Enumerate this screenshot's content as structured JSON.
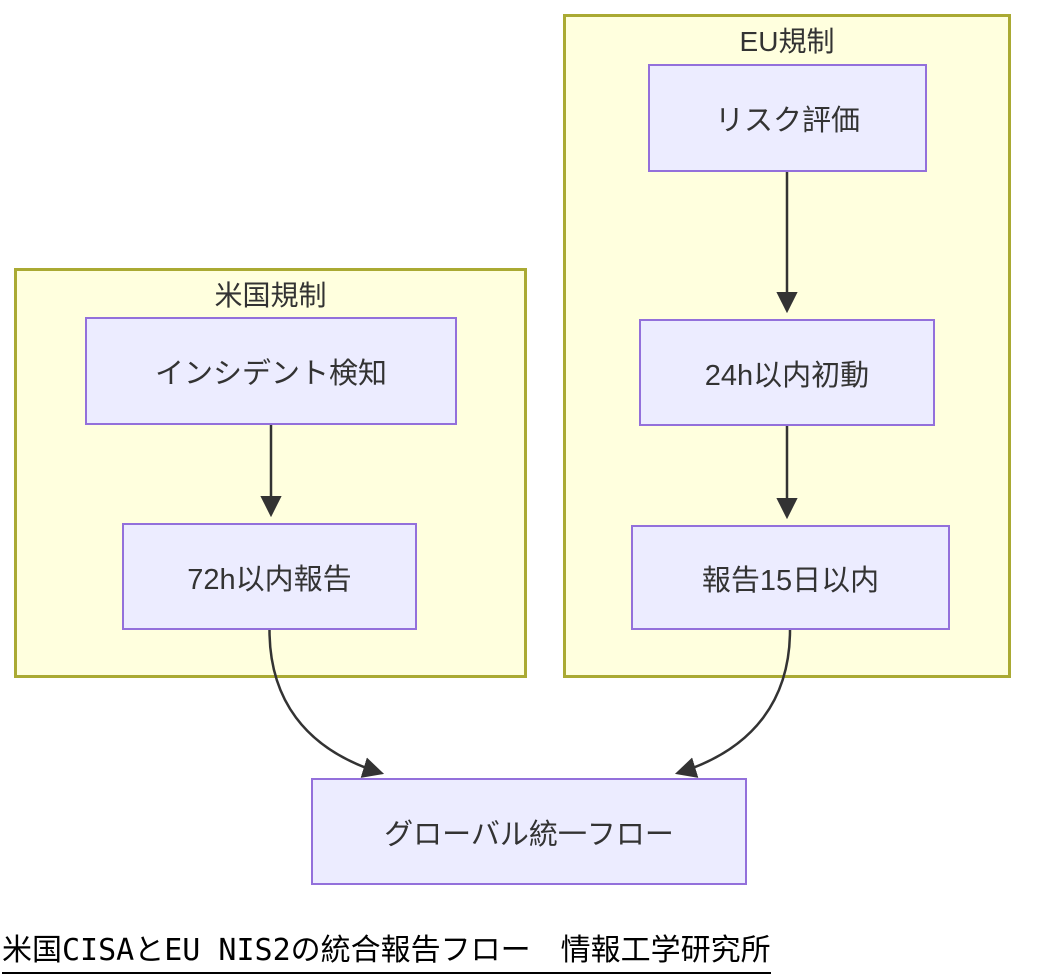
{
  "diagram": {
    "type": "flowchart",
    "caption": "米国CISAとEU NIS2の統合報告フロー　情報工学研究所",
    "subgraphs": [
      {
        "id": "us",
        "title": "米国規制"
      },
      {
        "id": "eu",
        "title": "EU規制"
      }
    ],
    "nodes": [
      {
        "id": "incident-detection",
        "label": "インシデント検知",
        "group": "米国規制"
      },
      {
        "id": "report-72h",
        "label": "72h以内報告",
        "group": "米国規制"
      },
      {
        "id": "risk-assessment",
        "label": "リスク評価",
        "group": "EU規制"
      },
      {
        "id": "initial-24h",
        "label": "24h以内初動",
        "group": "EU規制"
      },
      {
        "id": "report-15d",
        "label": "報告15日以内",
        "group": "EU規制"
      },
      {
        "id": "global-flow",
        "label": "グローバル統一フロー",
        "group": null
      }
    ],
    "edges": [
      {
        "from": "インシデント検知",
        "to": "72h以内報告"
      },
      {
        "from": "リスク評価",
        "to": "24h以内初動"
      },
      {
        "from": "24h以内初動",
        "to": "報告15日以内"
      },
      {
        "from": "72h以内報告",
        "to": "グローバル統一フロー"
      },
      {
        "from": "報告15日以内",
        "to": "グローバル統一フロー"
      }
    ],
    "colors": {
      "subgraph_fill": "#ffffde",
      "subgraph_border": "#aaaa33",
      "node_fill": "#ececff",
      "node_border": "#9370db",
      "edge": "#333333",
      "text": "#333333",
      "caption_text": "#000000",
      "background": "#ffffff"
    }
  }
}
